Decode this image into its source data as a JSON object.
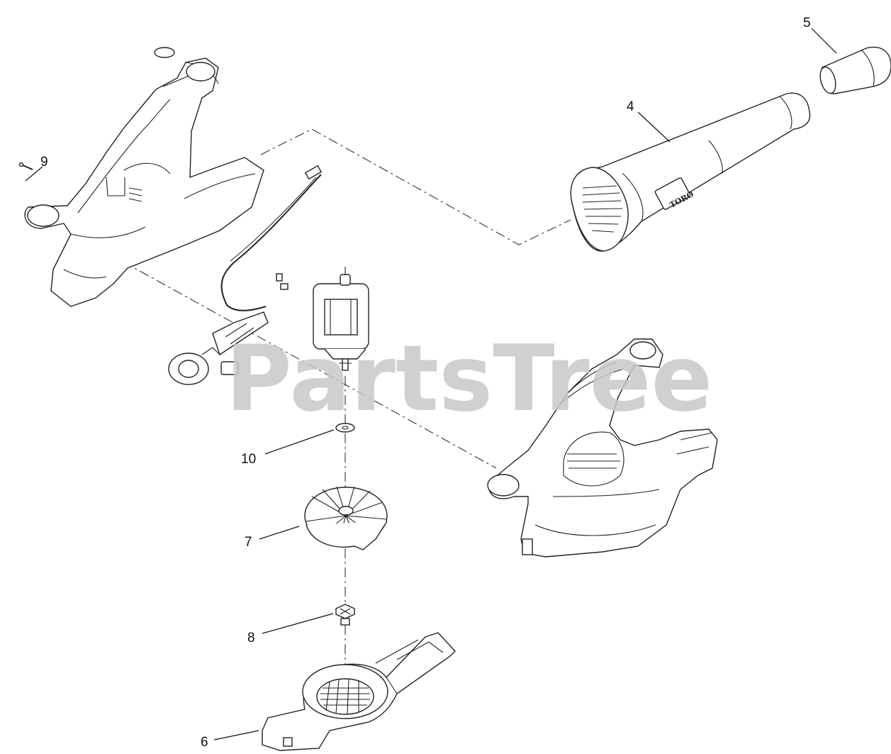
{
  "watermark": "PartsTree",
  "logo_text": "TORO",
  "callouts": [
    {
      "id": "9",
      "label": "9"
    },
    {
      "id": "5",
      "label": "5"
    },
    {
      "id": "4",
      "label": "4"
    },
    {
      "id": "10",
      "label": "10"
    },
    {
      "id": "7",
      "label": "7"
    },
    {
      "id": "8",
      "label": "8"
    },
    {
      "id": "6",
      "label": "6"
    }
  ]
}
